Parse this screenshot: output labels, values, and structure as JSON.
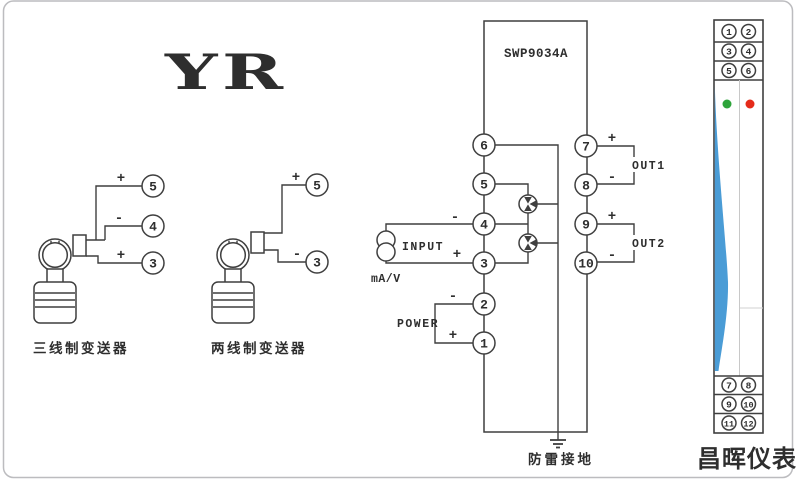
{
  "logo": {
    "text": "YR",
    "color": "#e8531b"
  },
  "watermark": {
    "text": "昌晖仪表",
    "color": "#e2e2e6"
  },
  "device": {
    "title": "SWP9034A"
  },
  "transmitter_three_wire": {
    "label": "三线制变送器",
    "t5": "5",
    "t4": "4",
    "t3": "3",
    "s5": "+",
    "s4": "-",
    "s3": "+"
  },
  "transmitter_two_wire": {
    "label": "两线制变送器",
    "t5": "5",
    "t3": "3",
    "s5": "+",
    "s3": "-"
  },
  "block": {
    "terminals": {
      "t1": "1",
      "t2": "2",
      "t3": "3",
      "t4": "4",
      "t5": "5",
      "t6": "6",
      "t7": "7",
      "t8": "8",
      "t9": "9",
      "t10": "10"
    },
    "input": {
      "label": "INPUT",
      "unit": "mA/V",
      "minus": "-",
      "plus": "+"
    },
    "power": {
      "label": "POWER",
      "minus": "-",
      "plus": "+"
    },
    "out1": {
      "label": "OUT1",
      "plus": "+",
      "minus": "-"
    },
    "out2": {
      "label": "OUT2",
      "plus": "+",
      "minus": "-"
    },
    "ground_label": "防雷接地"
  },
  "panel": {
    "top_terminals": [
      "1",
      "2",
      "3",
      "4",
      "5",
      "6"
    ],
    "bottom_terminals": [
      "7",
      "8",
      "9",
      "10",
      "11",
      "12"
    ],
    "colors": {
      "led_green": "#2ea43b",
      "led_red": "#e52b1a",
      "blue": "#4a9cd6"
    }
  }
}
